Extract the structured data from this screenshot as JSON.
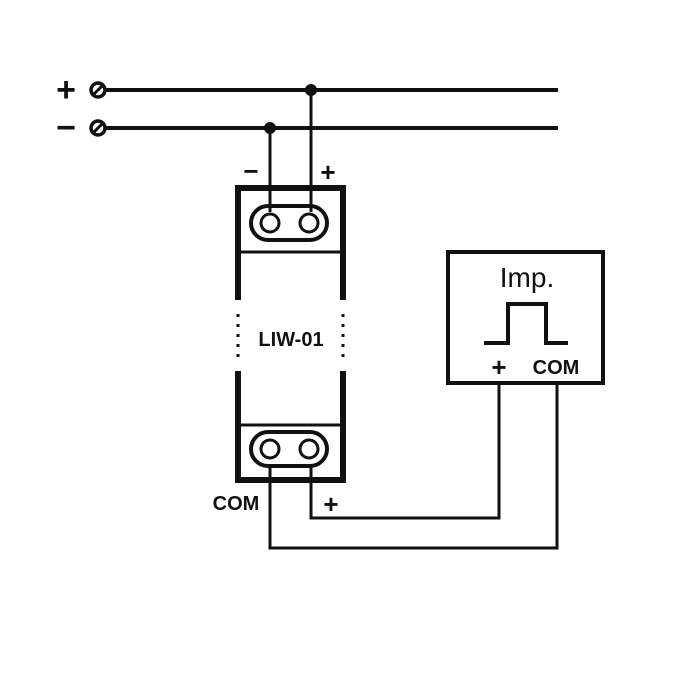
{
  "supply": {
    "plus_label": "+",
    "minus_label": "−"
  },
  "device": {
    "name": "LIW-01",
    "top_minus_label": "−",
    "top_plus_label": "+",
    "bottom_com_label": "COM",
    "bottom_plus_label": "+"
  },
  "impulse_box": {
    "title": "Imp.",
    "plus_label": "+",
    "com_label": "COM"
  },
  "colors": {
    "line": "#111111",
    "background": "#ffffff"
  }
}
